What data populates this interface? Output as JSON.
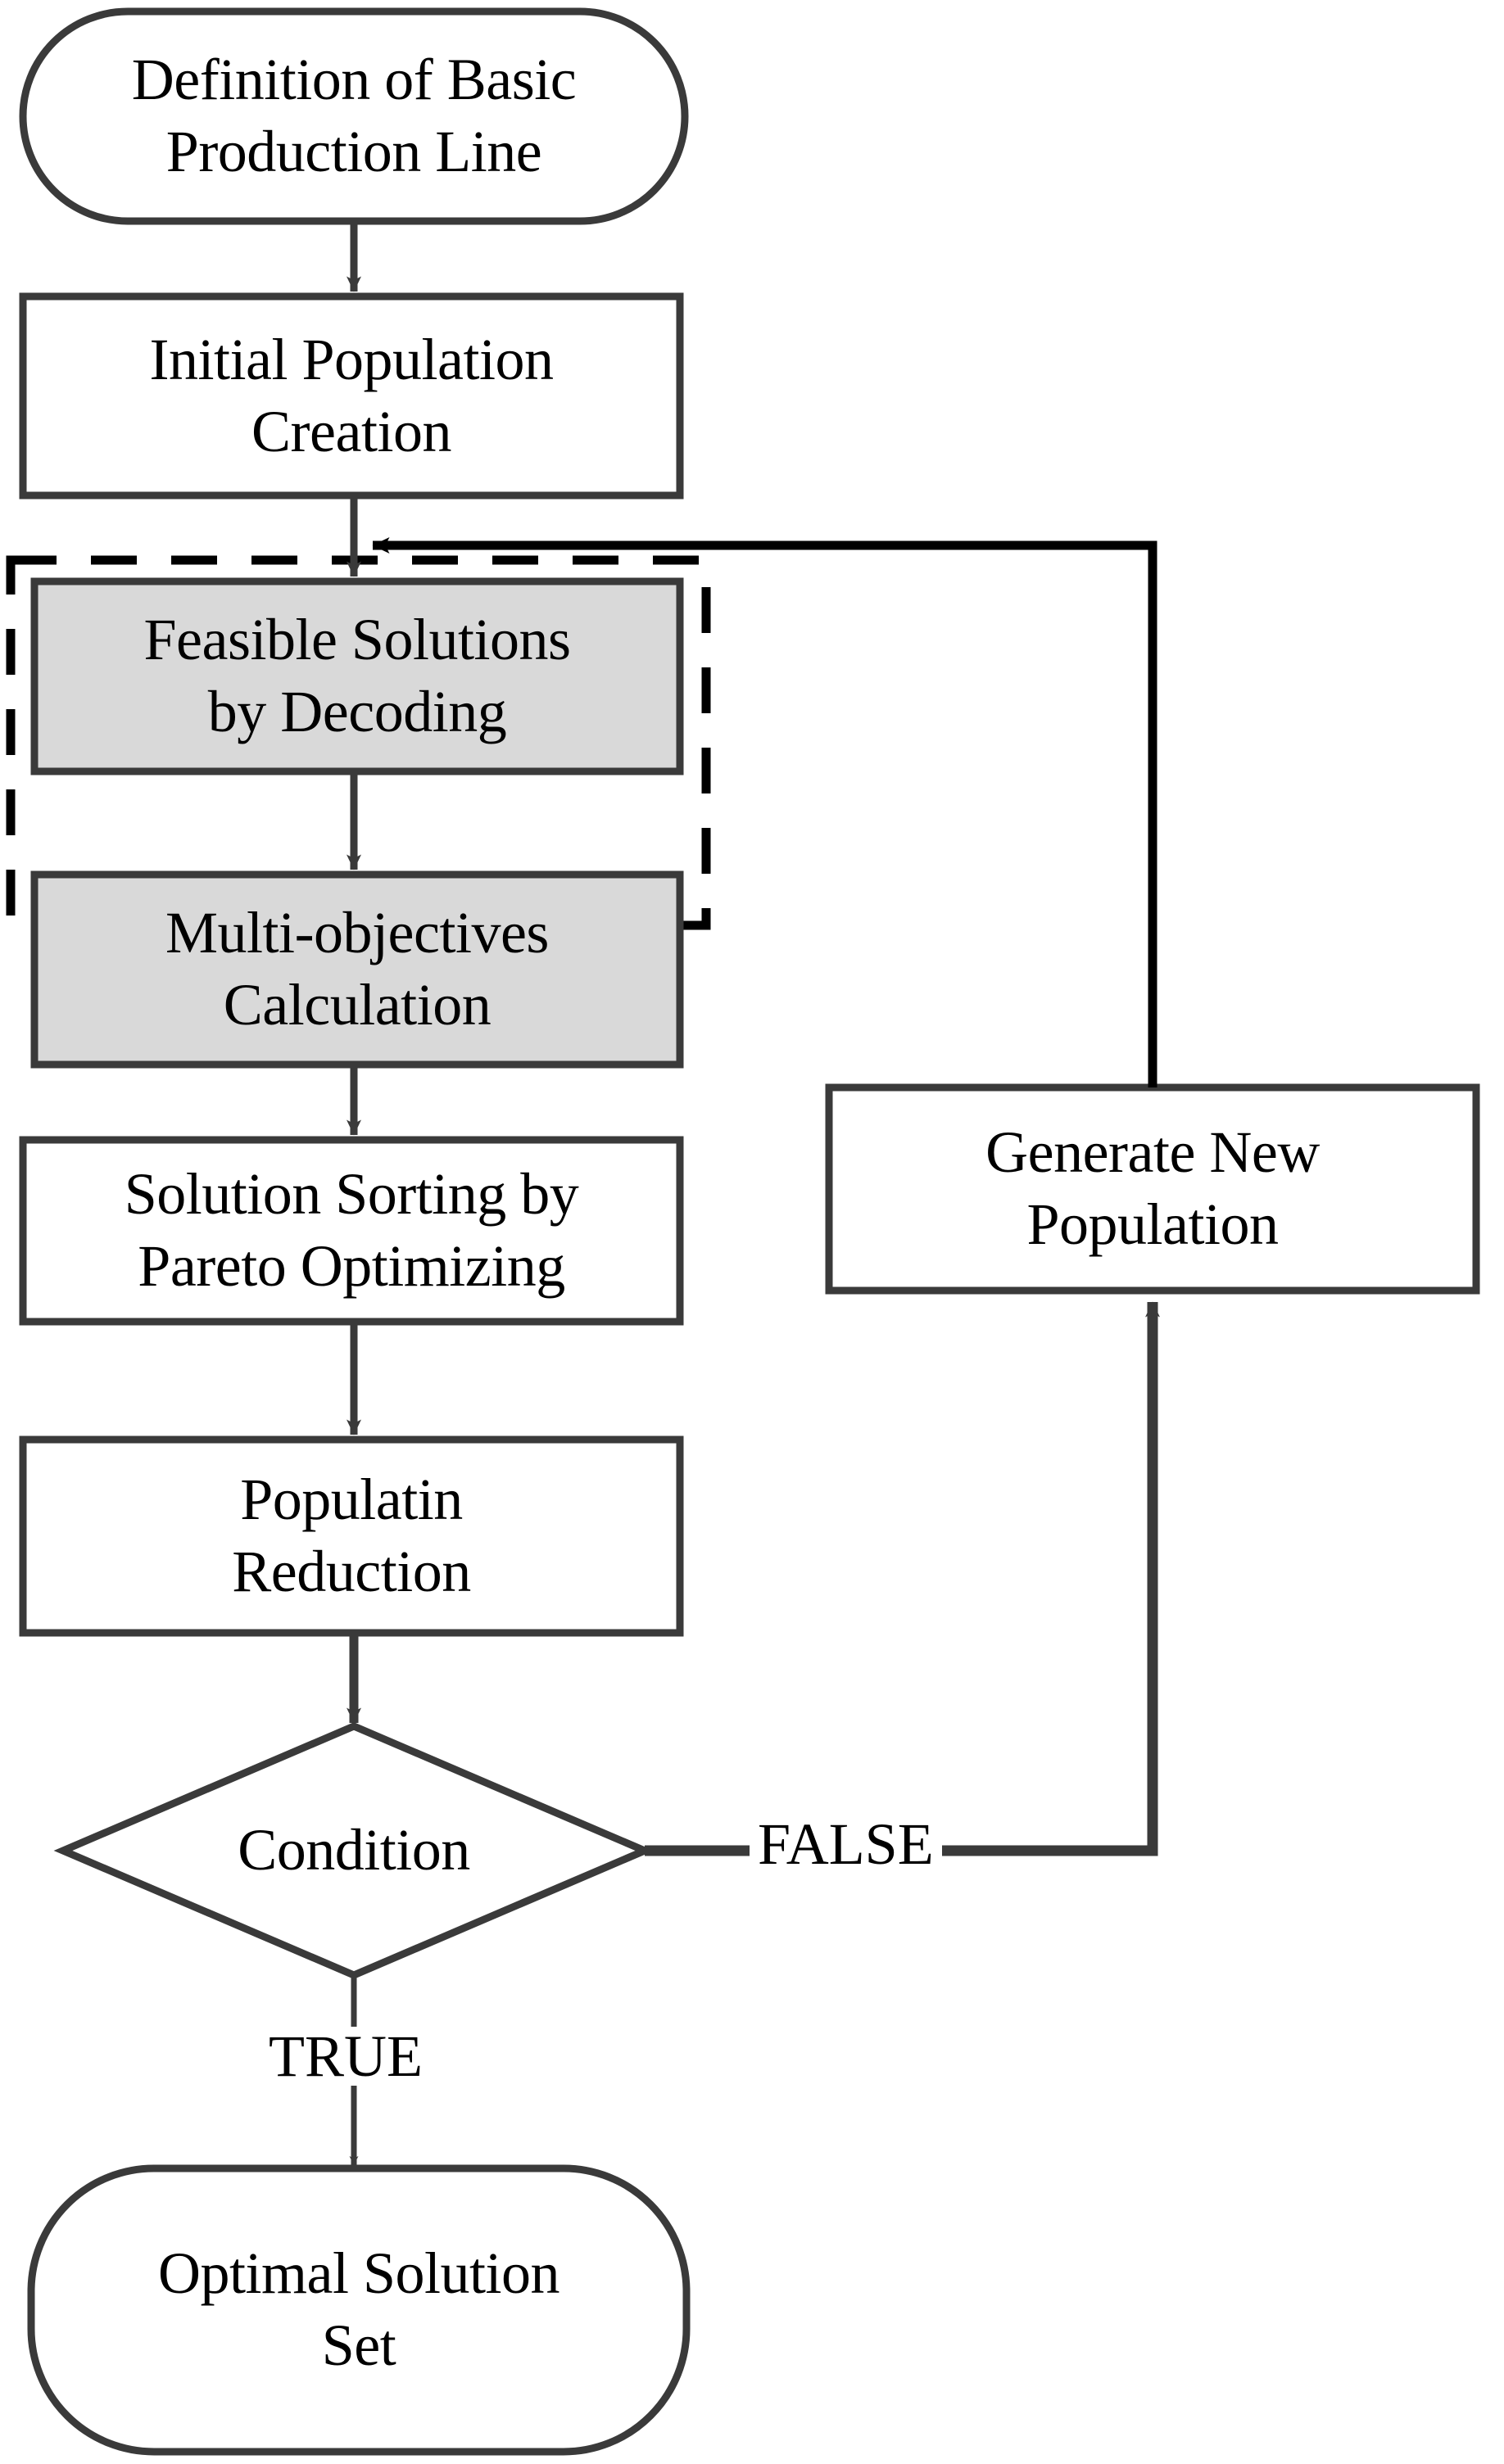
{
  "diagram": {
    "title": "Multi-objective genetic algorithm flowchart",
    "type": "flowchart",
    "colors": {
      "stroke_dark": "#3a3a3a",
      "stroke_black": "#000000",
      "fill_gray": "#d9d9d9",
      "fill_white": "#ffffff",
      "text": "#000000"
    }
  },
  "nodes": {
    "start": {
      "shape": "terminator",
      "line1": "Definition of Basic",
      "line2": "Production Line"
    },
    "initial_population": {
      "shape": "process",
      "line1": "Initial Population",
      "line2": "Creation"
    },
    "feasible_solutions": {
      "shape": "process-shaded",
      "line1": "Feasible Solutions",
      "line2": "by Decoding"
    },
    "multi_objectives": {
      "shape": "process-shaded",
      "line1": "Multi-objectives",
      "line2": "Calculation"
    },
    "solution_sorting": {
      "shape": "process",
      "line1": "Solution Sorting by",
      "line2": "Pareto Optimizing"
    },
    "population_reduction": {
      "shape": "process",
      "line1": "Populatin",
      "line2": "Reduction"
    },
    "condition": {
      "shape": "decision",
      "line1": "Condition"
    },
    "generate_new_population": {
      "shape": "process",
      "line1": "Generate New",
      "line2": "Population"
    },
    "optimal_solution_set": {
      "shape": "terminator",
      "line1": "Optimal Solution",
      "line2": "Set"
    }
  },
  "edge_labels": {
    "false_branch": "FALSE",
    "true_branch": "TRUE"
  }
}
